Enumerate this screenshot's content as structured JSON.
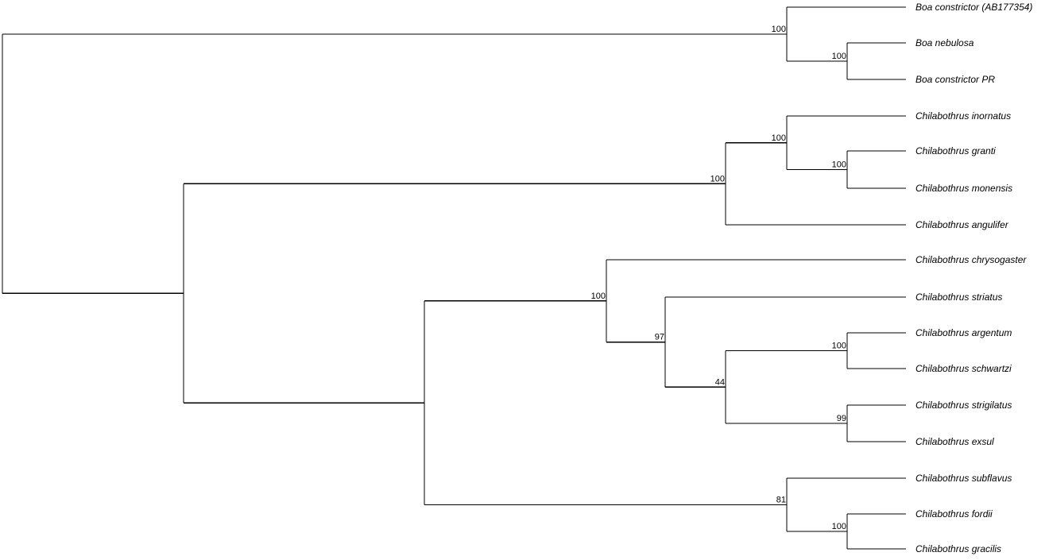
{
  "tree": {
    "line_color": "#000000",
    "leaves": [
      {
        "id": "t1",
        "name": "Boa constrictor (AB177354)"
      },
      {
        "id": "t2",
        "name": "Boa nebulosa"
      },
      {
        "id": "t3",
        "name": "Boa constrictor PR"
      },
      {
        "id": "t4",
        "name": "Chilabothrus inornatus"
      },
      {
        "id": "t5",
        "name": "Chilabothrus granti"
      },
      {
        "id": "t6",
        "name": "Chilabothrus monensis"
      },
      {
        "id": "t7",
        "name": "Chilabothrus angulifer"
      },
      {
        "id": "t8",
        "name": "Chilabothrus chrysogaster"
      },
      {
        "id": "t9",
        "name": "Chilabothrus striatus"
      },
      {
        "id": "t10",
        "name": "Chilabothrus argentum"
      },
      {
        "id": "t11",
        "name": "Chilabothrus schwartzi"
      },
      {
        "id": "t12",
        "name": "Chilabothrus strigilatus"
      },
      {
        "id": "t13",
        "name": "Chilabothrus exsul"
      },
      {
        "id": "t14",
        "name": "Chilabothrus subflavus"
      },
      {
        "id": "t15",
        "name": "Chilabothrus fordii"
      },
      {
        "id": "t16",
        "name": "Chilabothrus gracilis"
      }
    ],
    "clades": [
      {
        "id": "n_boa_inner",
        "support": "100",
        "children": [
          "t2",
          "t3"
        ]
      },
      {
        "id": "n_boa",
        "support": "100",
        "children": [
          "t1",
          "n_boa_inner"
        ]
      },
      {
        "id": "n_gm",
        "support": "100",
        "children": [
          "t5",
          "t6"
        ]
      },
      {
        "id": "n_igm",
        "support": "100",
        "children": [
          "t4",
          "n_gm"
        ]
      },
      {
        "id": "n_igma",
        "support": "100",
        "children": [
          "n_igm",
          "t7"
        ]
      },
      {
        "id": "n_as",
        "support": "100",
        "children": [
          "t10",
          "t11"
        ]
      },
      {
        "id": "n_se",
        "support": "99",
        "children": [
          "t12",
          "t13"
        ]
      },
      {
        "id": "n_asse",
        "support": "44",
        "children": [
          "n_as",
          "n_se"
        ]
      },
      {
        "id": "n_str",
        "support": "97",
        "children": [
          "t9",
          "n_asse"
        ]
      },
      {
        "id": "n_chr",
        "support": "100",
        "children": [
          "t8",
          "n_str"
        ]
      },
      {
        "id": "n_fg",
        "support": "100",
        "children": [
          "t15",
          "t16"
        ]
      },
      {
        "id": "n_sub",
        "support": "81",
        "children": [
          "t14",
          "n_fg"
        ]
      },
      {
        "id": "n_bigc",
        "support": "",
        "children": [
          "n_chr",
          "n_sub"
        ]
      },
      {
        "id": "n_chil",
        "support": "",
        "children": [
          "n_igma",
          "n_bigc"
        ]
      },
      {
        "id": "root",
        "support": "",
        "children": [
          "n_boa",
          "n_chil"
        ]
      }
    ]
  }
}
